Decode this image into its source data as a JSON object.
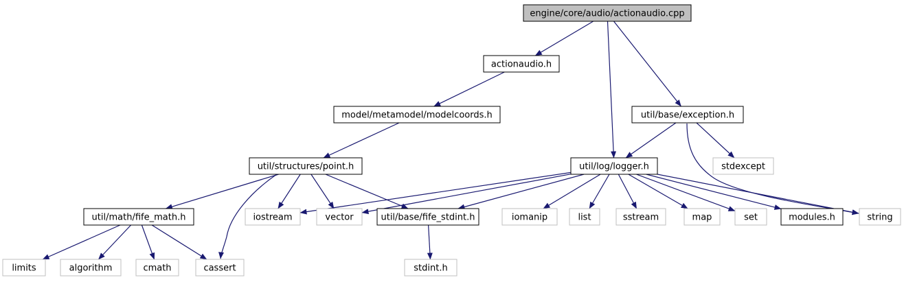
{
  "graph": {
    "edge_color": "#191970",
    "colors": {
      "root_fill": "#bfbfbf",
      "node_border": "#000000",
      "system_border": "#bfbfbf"
    },
    "nodes": [
      {
        "id": "root",
        "label": "engine/core/audio/actionaudio.cpp",
        "kind": "root"
      },
      {
        "id": "actionaudio_h",
        "label": "actionaudio.h",
        "kind": "file"
      },
      {
        "id": "modelcoords_h",
        "label": "model/metamodel/modelcoords.h",
        "kind": "file"
      },
      {
        "id": "point_h",
        "label": "util/structures/point.h",
        "kind": "file"
      },
      {
        "id": "fife_math_h",
        "label": "util/math/fife_math.h",
        "kind": "file"
      },
      {
        "id": "exception_h",
        "label": "util/base/exception.h",
        "kind": "file"
      },
      {
        "id": "logger_h",
        "label": "util/log/logger.h",
        "kind": "file"
      },
      {
        "id": "fife_stdint_h",
        "label": "util/base/fife_stdint.h",
        "kind": "file"
      },
      {
        "id": "modules_h",
        "label": "modules.h",
        "kind": "file"
      },
      {
        "id": "stdexcept",
        "label": "stdexcept",
        "kind": "system"
      },
      {
        "id": "iostream",
        "label": "iostream",
        "kind": "system"
      },
      {
        "id": "vector",
        "label": "vector",
        "kind": "system"
      },
      {
        "id": "iomanip",
        "label": "iomanip",
        "kind": "system"
      },
      {
        "id": "list",
        "label": "list",
        "kind": "system"
      },
      {
        "id": "sstream",
        "label": "sstream",
        "kind": "system"
      },
      {
        "id": "map",
        "label": "map",
        "kind": "system"
      },
      {
        "id": "set",
        "label": "set",
        "kind": "system"
      },
      {
        "id": "string",
        "label": "string",
        "kind": "system"
      },
      {
        "id": "stdint_h",
        "label": "stdint.h",
        "kind": "system"
      },
      {
        "id": "limits",
        "label": "limits",
        "kind": "system"
      },
      {
        "id": "algorithm",
        "label": "algorithm",
        "kind": "system"
      },
      {
        "id": "cmath",
        "label": "cmath",
        "kind": "system"
      },
      {
        "id": "cassert",
        "label": "cassert",
        "kind": "system"
      }
    ],
    "edges": [
      [
        "root",
        "actionaudio_h"
      ],
      [
        "root",
        "logger_h"
      ],
      [
        "root",
        "exception_h"
      ],
      [
        "actionaudio_h",
        "modelcoords_h"
      ],
      [
        "modelcoords_h",
        "point_h"
      ],
      [
        "point_h",
        "fife_math_h"
      ],
      [
        "point_h",
        "iostream"
      ],
      [
        "point_h",
        "vector"
      ],
      [
        "point_h",
        "fife_stdint_h"
      ],
      [
        "point_h",
        "cassert"
      ],
      [
        "exception_h",
        "logger_h"
      ],
      [
        "exception_h",
        "stdexcept"
      ],
      [
        "exception_h",
        "string"
      ],
      [
        "logger_h",
        "iostream"
      ],
      [
        "logger_h",
        "vector"
      ],
      [
        "logger_h",
        "fife_stdint_h"
      ],
      [
        "logger_h",
        "iomanip"
      ],
      [
        "logger_h",
        "list"
      ],
      [
        "logger_h",
        "sstream"
      ],
      [
        "logger_h",
        "map"
      ],
      [
        "logger_h",
        "set"
      ],
      [
        "logger_h",
        "modules_h"
      ],
      [
        "logger_h",
        "string"
      ],
      [
        "fife_stdint_h",
        "stdint_h"
      ],
      [
        "fife_math_h",
        "limits"
      ],
      [
        "fife_math_h",
        "algorithm"
      ],
      [
        "fife_math_h",
        "cmath"
      ],
      [
        "fife_math_h",
        "cassert"
      ]
    ]
  }
}
